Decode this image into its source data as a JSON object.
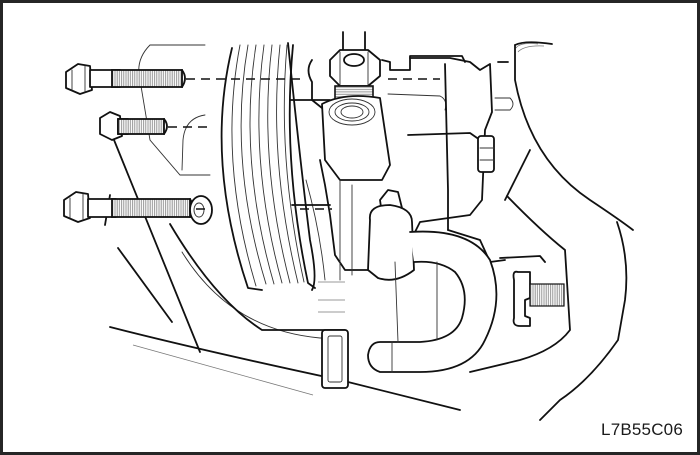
{
  "diagram": {
    "subject": "power steering pump mounting bolts removal",
    "reference_code": "L7B55C06",
    "components": [
      {
        "name": "upper-mounting-bolt",
        "icon": "bolt-icon"
      },
      {
        "name": "middle-mounting-bolt",
        "icon": "bolt-icon"
      },
      {
        "name": "lower-mounting-bolt",
        "icon": "bolt-icon"
      },
      {
        "name": "drive-pulley",
        "icon": "pulley-icon"
      },
      {
        "name": "pressure-hose-fitting",
        "icon": "fitting-icon"
      },
      {
        "name": "pump-body",
        "icon": "pump-icon"
      },
      {
        "name": "return-hose",
        "icon": "hose-icon"
      },
      {
        "name": "rear-stud",
        "icon": "stud-icon"
      },
      {
        "name": "hose-clip",
        "icon": "clip-icon"
      }
    ],
    "colors": {
      "line": "#111111",
      "border": "#262626",
      "background": "#ffffff"
    }
  }
}
